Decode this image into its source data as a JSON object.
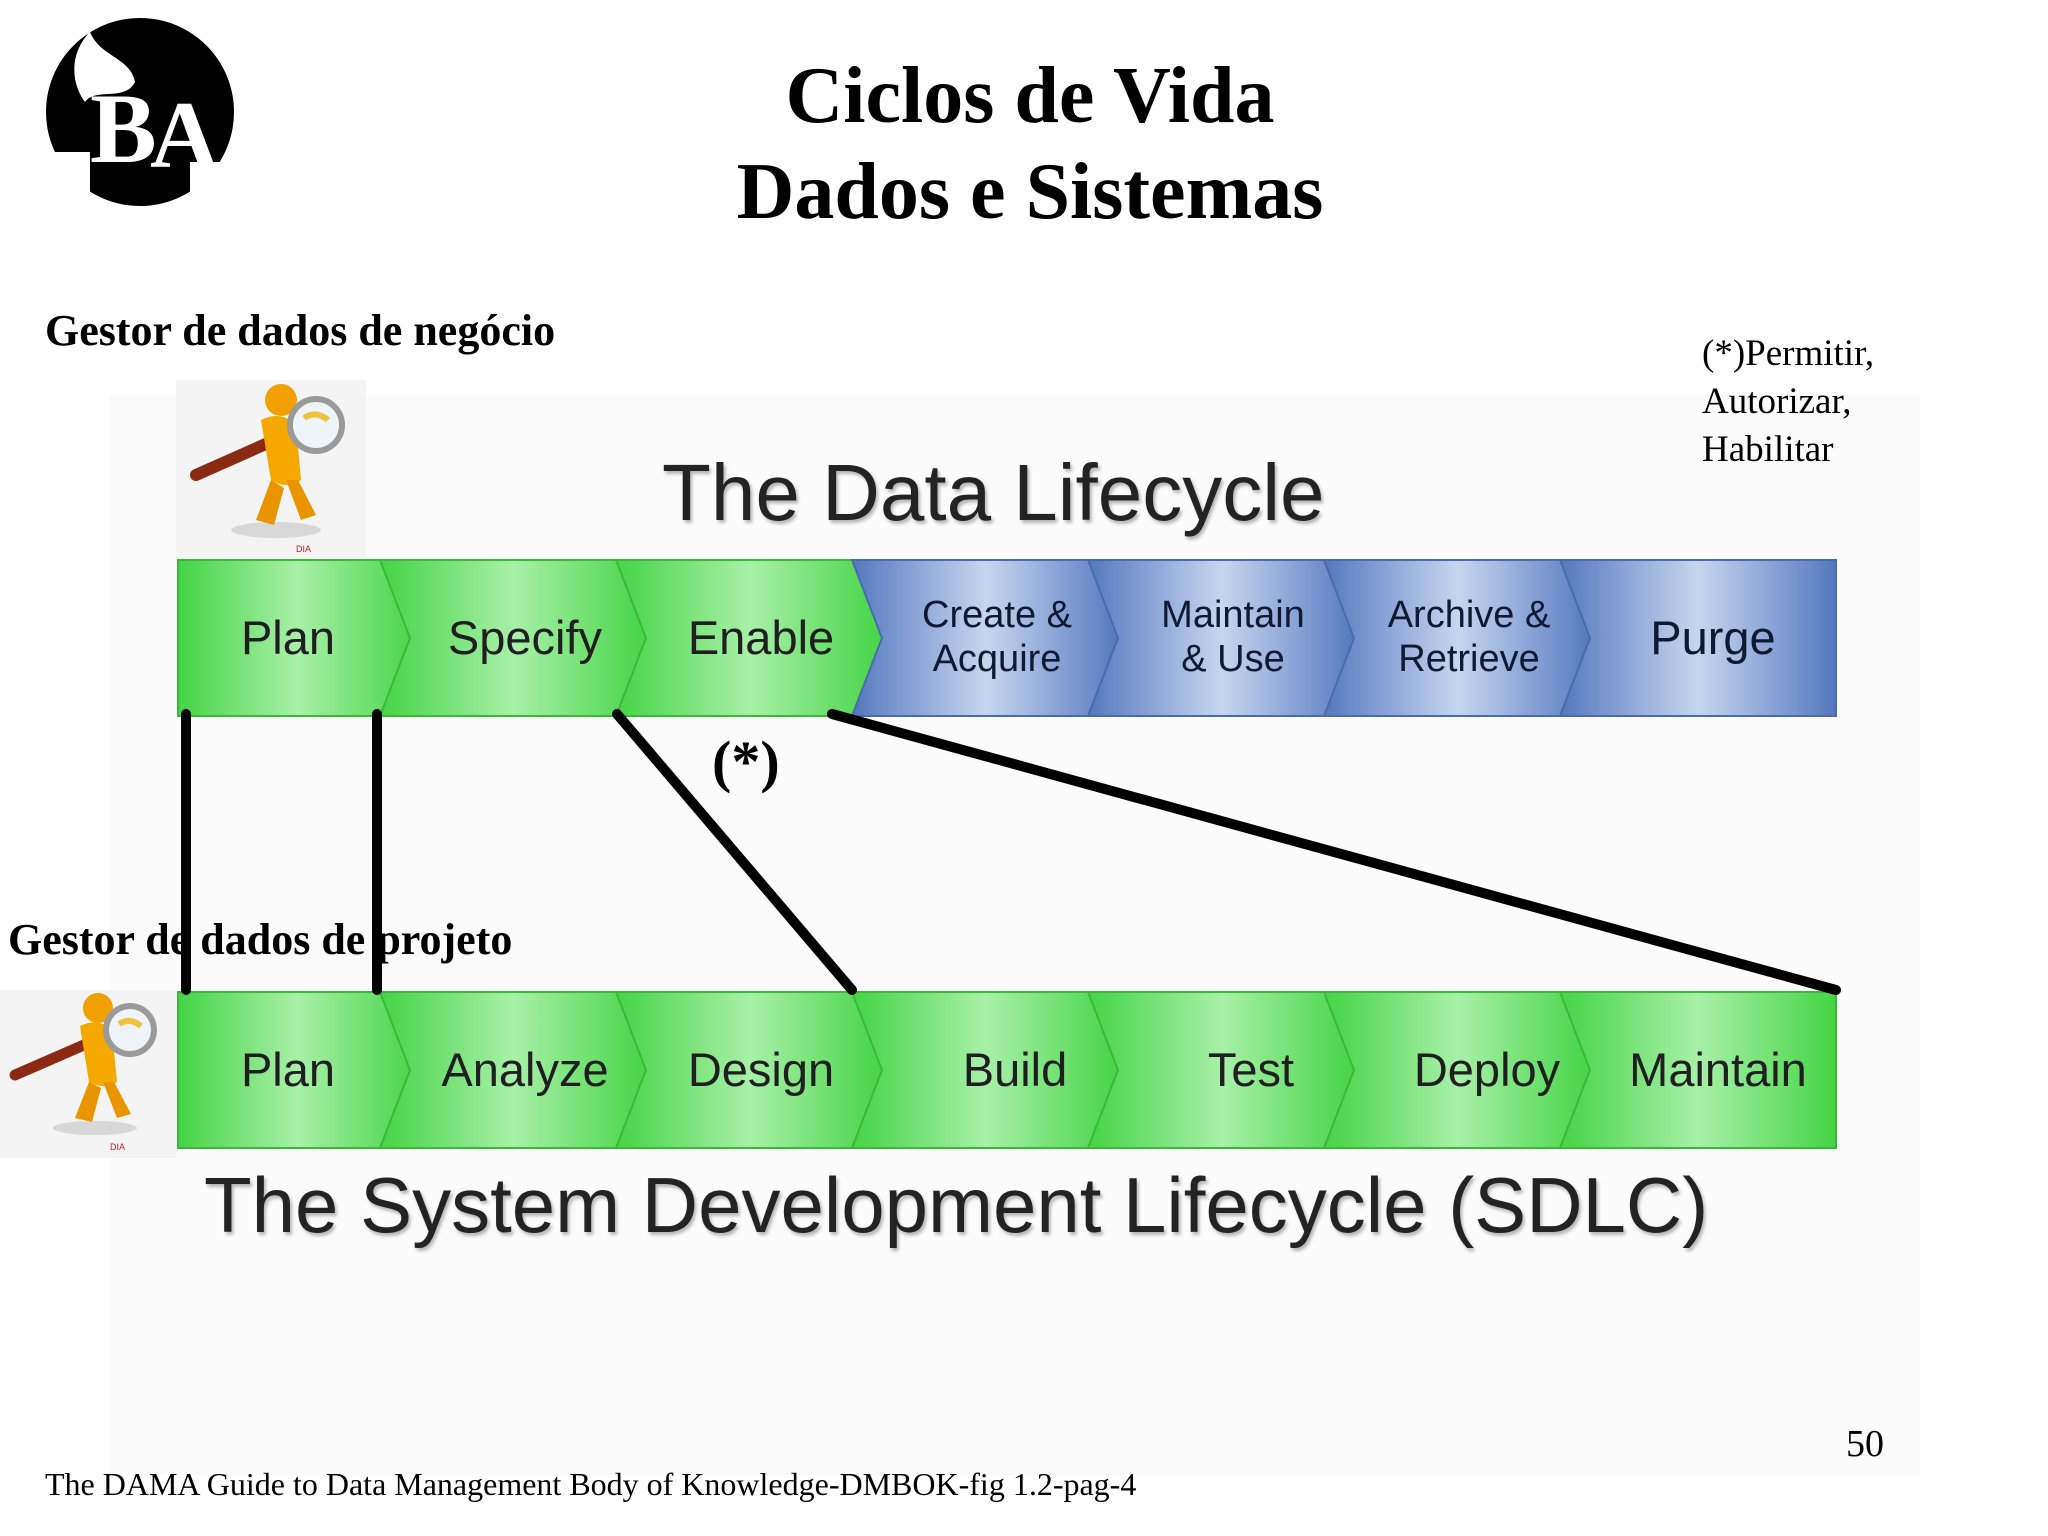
{
  "title": {
    "line1": "Ciclos de Vida",
    "line2": "Dados e Sistemas"
  },
  "labels": {
    "business_steward": "Gestor de dados de negócio",
    "project_steward": "Gestor de dados de projeto"
  },
  "note": {
    "line1": "(*)Permitir,",
    "line2": "Autorizar,",
    "line3": "Habilitar"
  },
  "data_lifecycle": {
    "title": "The Data Lifecycle",
    "steps": [
      {
        "line1": "Plan",
        "line2": ""
      },
      {
        "line1": "Specify",
        "line2": ""
      },
      {
        "line1": "Enable",
        "line2": ""
      },
      {
        "line1": "Create &",
        "line2": "Acquire"
      },
      {
        "line1": "Maintain",
        "line2": "& Use"
      },
      {
        "line1": "Archive &",
        "line2": "Retrieve"
      },
      {
        "line1": "Purge",
        "line2": ""
      }
    ]
  },
  "sdlc": {
    "title": "The System Development Lifecycle (SDLC)",
    "steps": [
      "Plan",
      "Analyze",
      "Design",
      "Build",
      "Test",
      "Deploy",
      "Maintain"
    ]
  },
  "asterisk_marker": "(*)",
  "source": "The DAMA Guide to Data Management Body of Knowledge-DMBOK-fig 1.2-pag-4",
  "page_number": "50",
  "colors": {
    "green": "#5ee05e",
    "blue": "#5d86c9",
    "connector": "#000000"
  },
  "icons": [
    "logo-icon",
    "detective-person-icon"
  ]
}
